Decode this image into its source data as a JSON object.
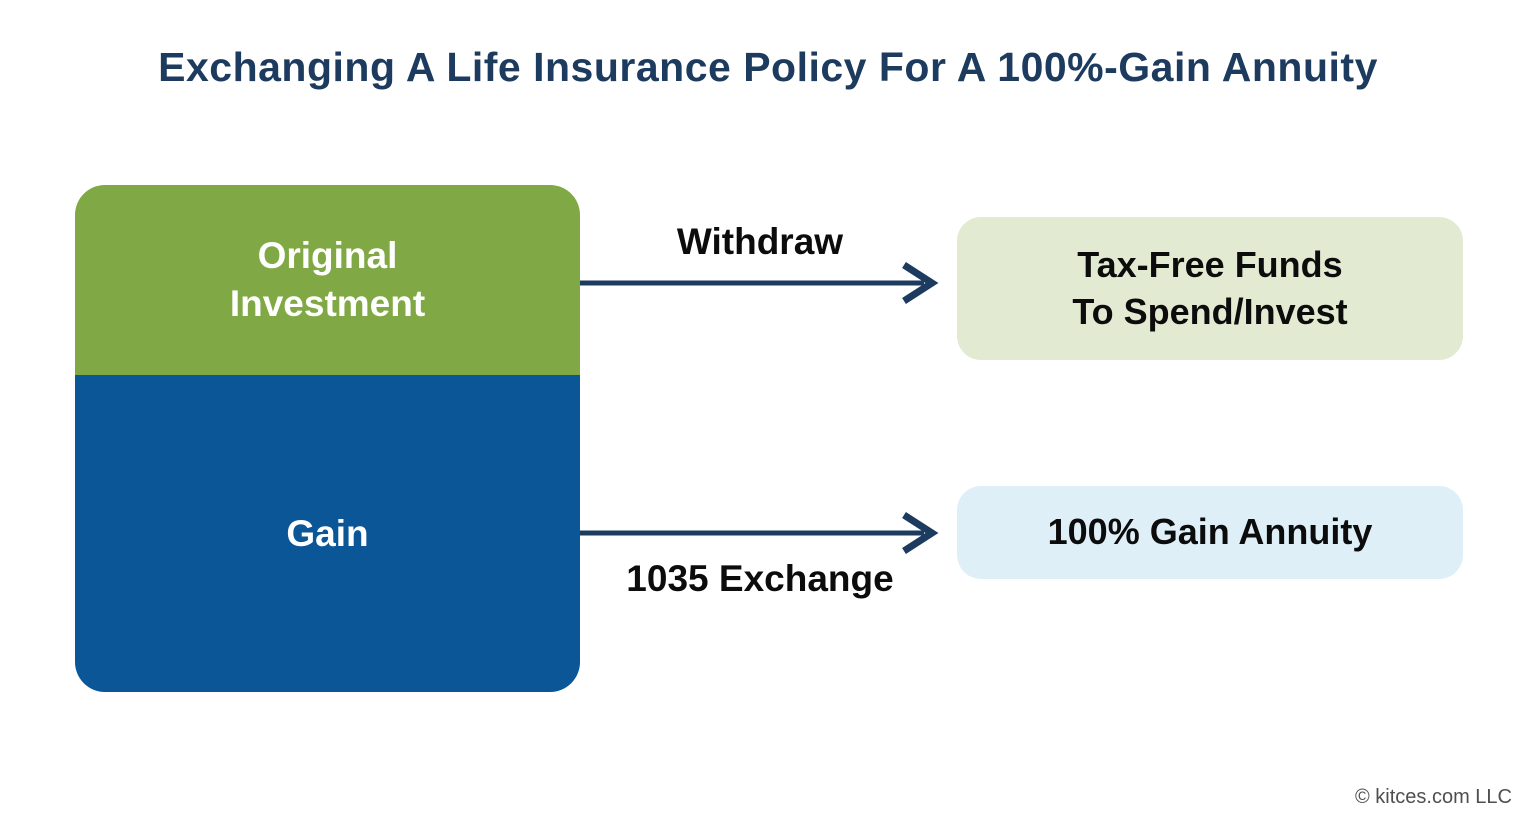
{
  "title": "Exchanging A Life Insurance Policy For A 100%-Gain Annuity",
  "stack": {
    "top_block": {
      "label_line1": "Original",
      "label_line2": "Investment",
      "color": "#80a844"
    },
    "bottom_block": {
      "label": "Gain",
      "color": "#0a5697"
    }
  },
  "flows": {
    "withdraw": {
      "arrow_label": "Withdraw",
      "label_position": "above-arrow",
      "target_line1": "Tax-Free Funds",
      "target_line2": "To Spend/Invest",
      "target_bg": "#e2ead2"
    },
    "exchange": {
      "arrow_label": "1035 Exchange",
      "label_position": "below-arrow",
      "target_label": "100% Gain Annuity",
      "target_bg": "#deeff8"
    }
  },
  "colors": {
    "title_navy": "#1c3b5e",
    "arrow_navy": "#1c3b5e",
    "block_green": "#80a844",
    "block_blue": "#0a5697",
    "box_light_green": "#e2ead2",
    "box_light_blue": "#deeff8",
    "label_black": "#0c0c0c",
    "footer_gray": "#4f4f4f",
    "background": "#ffffff"
  },
  "footer": {
    "copyright": "© kitces.com LLC"
  }
}
